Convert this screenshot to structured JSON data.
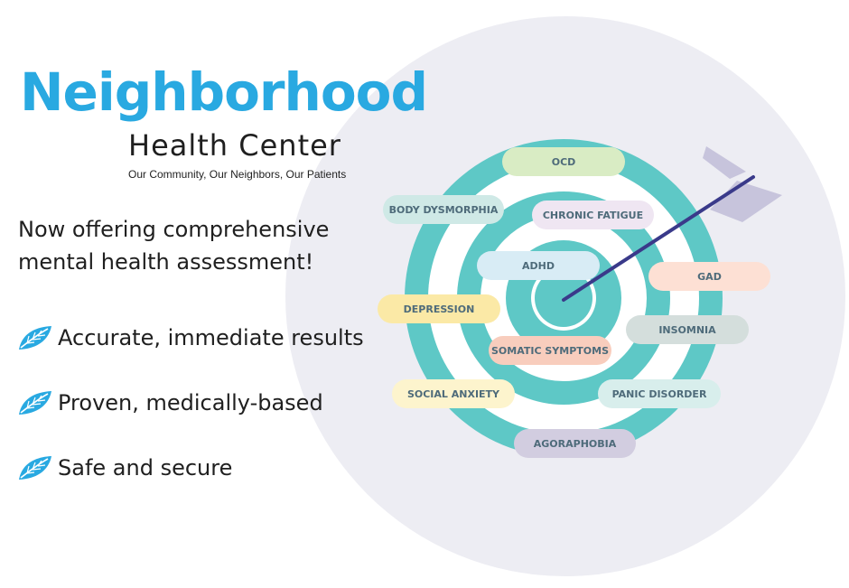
{
  "logo": {
    "title": "Neighborhood",
    "subtitle": "Health Center",
    "tagline": "Our Community, Our Neighbors, Our Patients"
  },
  "headline": {
    "line1": "Now offering comprehensive",
    "line2": "mental health assessment!"
  },
  "bullets": [
    {
      "icon": "leaf-icon",
      "text": "Accurate, immediate results"
    },
    {
      "icon": "leaf-icon",
      "text": "Proven, medically-based"
    },
    {
      "icon": "leaf-icon",
      "text": "Safe and secure"
    }
  ],
  "target_labels": [
    {
      "text": "OCD",
      "color": "#d9ecc4"
    },
    {
      "text": "BODY DYSMORPHIA",
      "color": "#cfe9e6"
    },
    {
      "text": "CHRONIC FATIGUE",
      "color": "#efe6f2"
    },
    {
      "text": "ADHD",
      "color": "#d8ecf5"
    },
    {
      "text": "GAD",
      "color": "#fde0d4"
    },
    {
      "text": "DEPRESSION",
      "color": "#fbe9a6"
    },
    {
      "text": "INSOMNIA",
      "color": "#d4dedc"
    },
    {
      "text": "SOMATIC SYMPTOMS",
      "color": "#f8cdbd"
    },
    {
      "text": "SOCIAL ANXIETY",
      "color": "#fdf4cd"
    },
    {
      "text": "PANIC DISORDER",
      "color": "#d8eeec"
    },
    {
      "text": "AGORAPHOBIA",
      "color": "#d2cde0"
    }
  ],
  "colors": {
    "brand_blue": "#29a9e1",
    "ring_teal": "#5ec8c6",
    "arrow": "#3a3a8a",
    "fletching": "#c7c4dc",
    "background_circle": "#ededf3"
  }
}
